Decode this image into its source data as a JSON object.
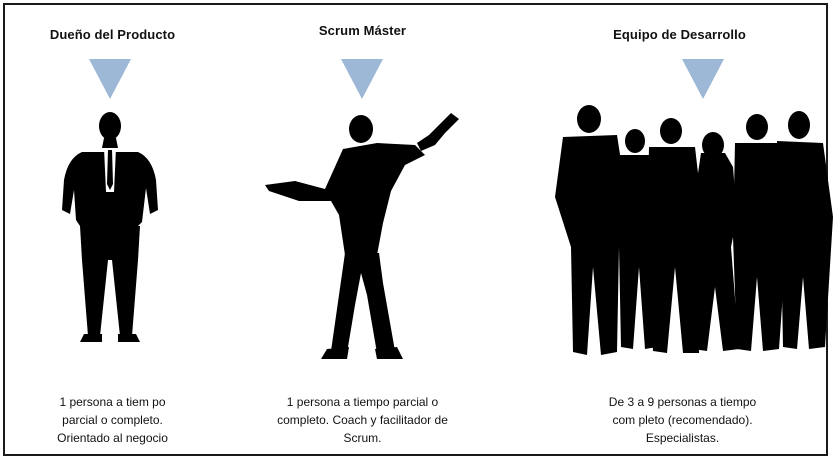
{
  "colors": {
    "arrow": "#9db7d6",
    "silhouette": "#000000",
    "border": "#1a1a1a"
  },
  "roles": [
    {
      "title": "Dueño del Producto",
      "description": [
        "1 persona a tiem po",
        "parcial o completo.",
        "Orientado al negocio"
      ]
    },
    {
      "title": "Scrum Máster",
      "description": [
        "1 persona a tiempo parcial o",
        "completo. Coach y facilitador de",
        "Scrum."
      ]
    },
    {
      "title": "Equipo de Desarrollo",
      "description": [
        "De 3 a 9 personas a tiempo",
        "com pleto (recomendado).",
        "Especialistas."
      ]
    }
  ]
}
